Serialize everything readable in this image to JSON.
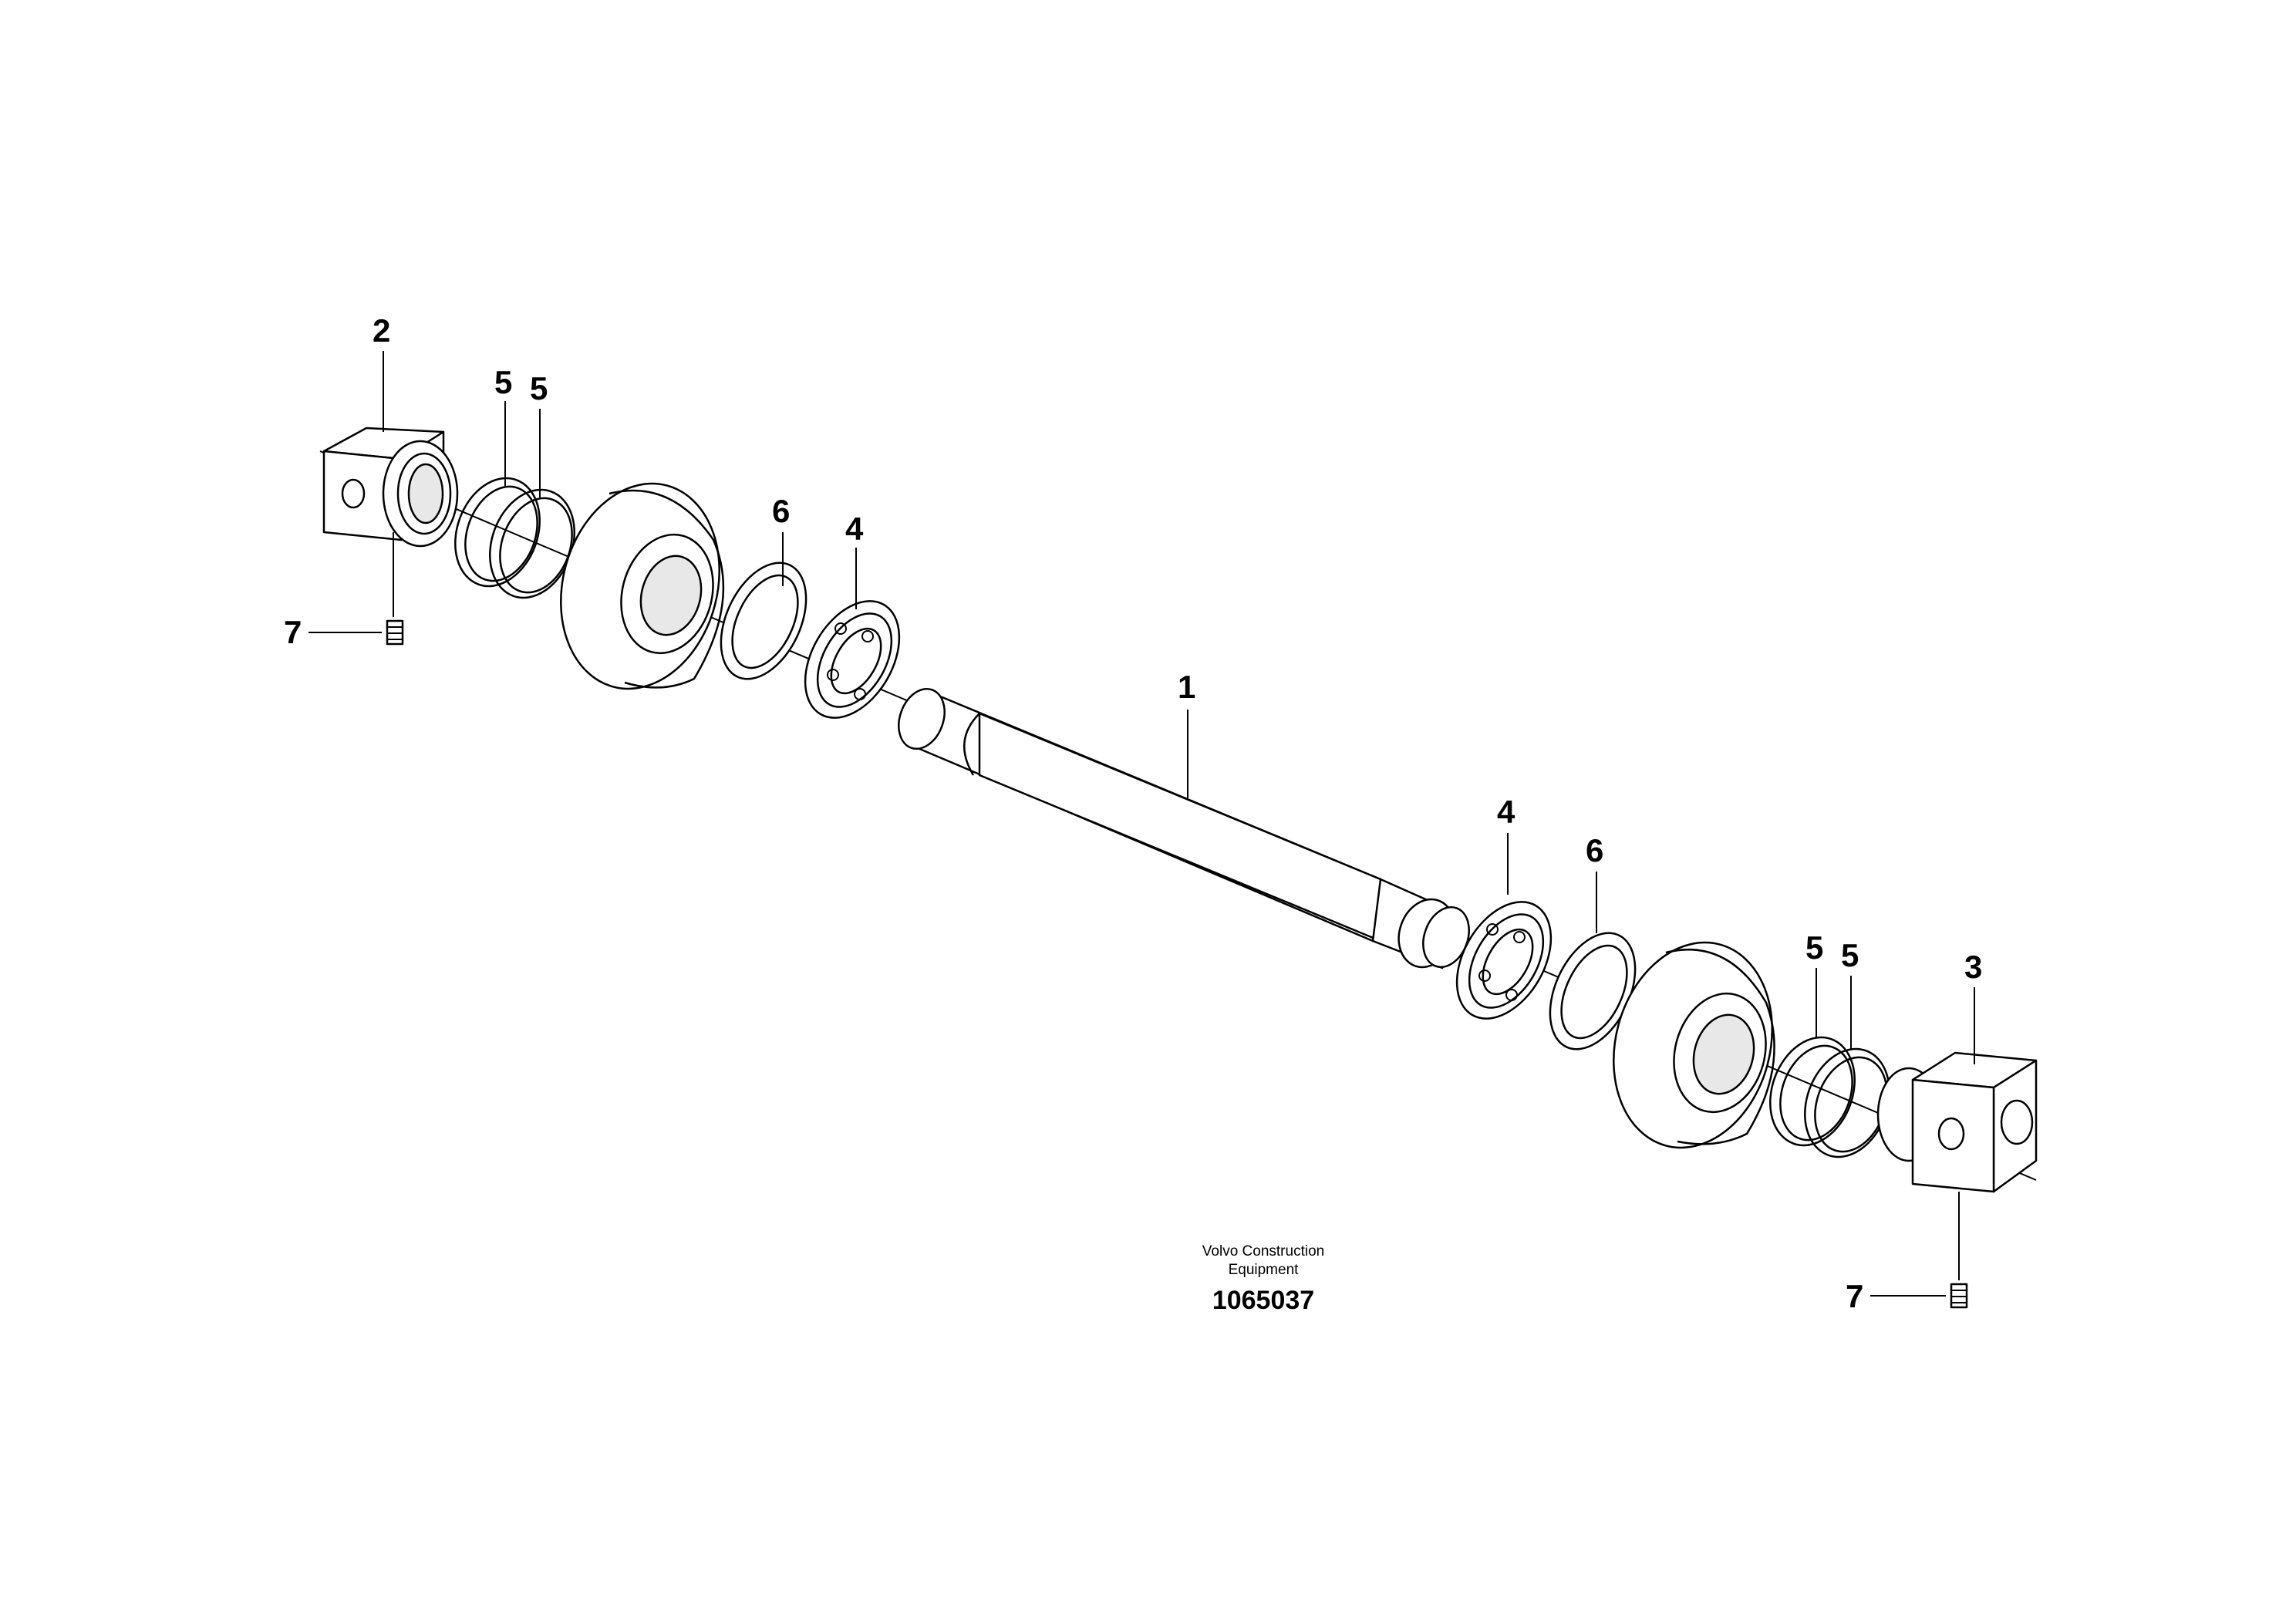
{
  "callouts": {
    "shaft": "1",
    "bracket_left": "2",
    "bracket_right": "3",
    "bearing_left": "4",
    "bearing_right": "4",
    "ring_left_a": "5",
    "ring_left_b": "5",
    "ring_right_a": "5",
    "ring_right_b": "5",
    "washer_left": "6",
    "washer_right": "6",
    "screw_left": "7",
    "screw_right": "7"
  },
  "footer": {
    "manufacturer_line1": "Volvo Construction",
    "manufacturer_line2": "Equipment",
    "drawing_number": "1065037"
  }
}
